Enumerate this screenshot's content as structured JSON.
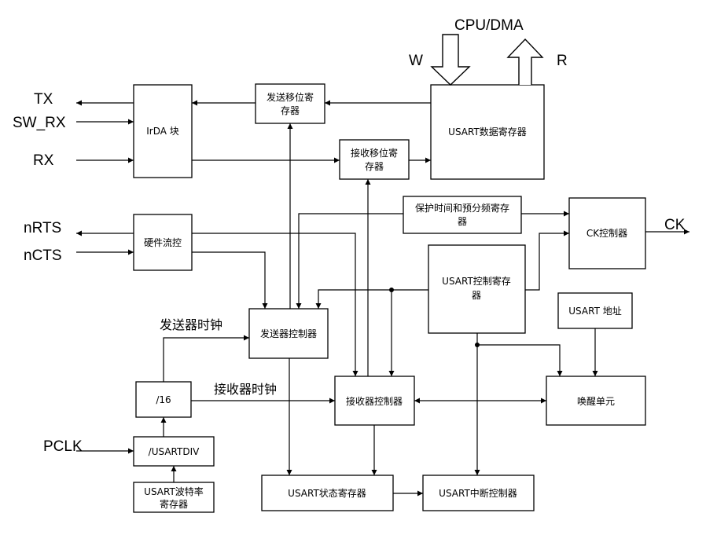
{
  "signals": {
    "tx": "TX",
    "sw_rx": "SW_RX",
    "rx": "RX",
    "nrts": "nRTS",
    "ncts": "nCTS",
    "pclk": "PCLK",
    "ck": "CK",
    "cpu_dma": "CPU/DMA",
    "w": "W",
    "r": "R"
  },
  "clock_labels": {
    "tx_clock": "发送器时钟",
    "rx_clock": "接收器时钟"
  },
  "blocks": {
    "irda": "IrDA 块",
    "tx_shift": [
      "发送移位寄",
      "存器"
    ],
    "rx_shift": [
      "接收移位寄",
      "存器"
    ],
    "data_reg": "USART数据寄存器",
    "guard_prescaler": [
      "保护时间和预分频寄存",
      "器"
    ],
    "ck_ctrl": "CK控制器",
    "hw_flow": "硬件流控",
    "ctrl_reg": [
      "USART控制寄存",
      "器"
    ],
    "usart_addr": "USART 地址",
    "tx_ctrl": "发送器控制器",
    "rx_ctrl": "接收器控制器",
    "wakeup": "唤醒单元",
    "div16": "/16",
    "usartdiv": "/USARTDIV",
    "baud_reg": [
      "USART波特率",
      "寄存器"
    ],
    "status_reg": "USART状态寄存器",
    "irq_ctrl": "USART中断控制器"
  },
  "colors": {
    "line": "#000000",
    "background": "#ffffff"
  }
}
